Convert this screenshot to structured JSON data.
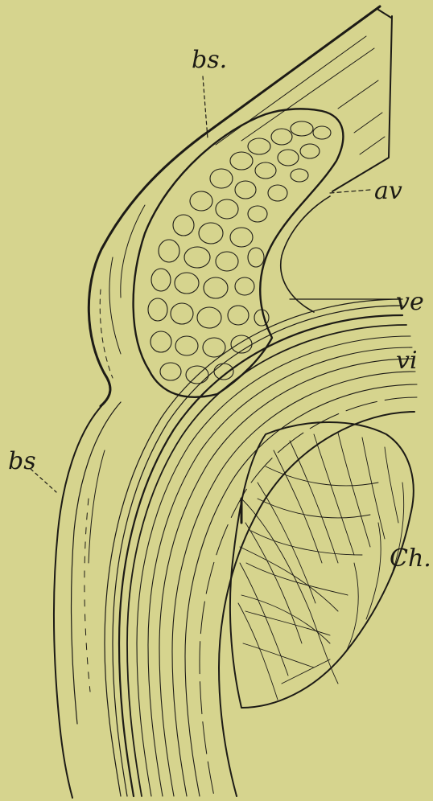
{
  "figure": {
    "background": "#d6d48e",
    "ink": "#1d1b16",
    "labels": {
      "bs_top": "bs.",
      "av": "av",
      "ve": "ve",
      "vi": "vi",
      "bs_left": "bs",
      "ch": "Ch."
    }
  }
}
